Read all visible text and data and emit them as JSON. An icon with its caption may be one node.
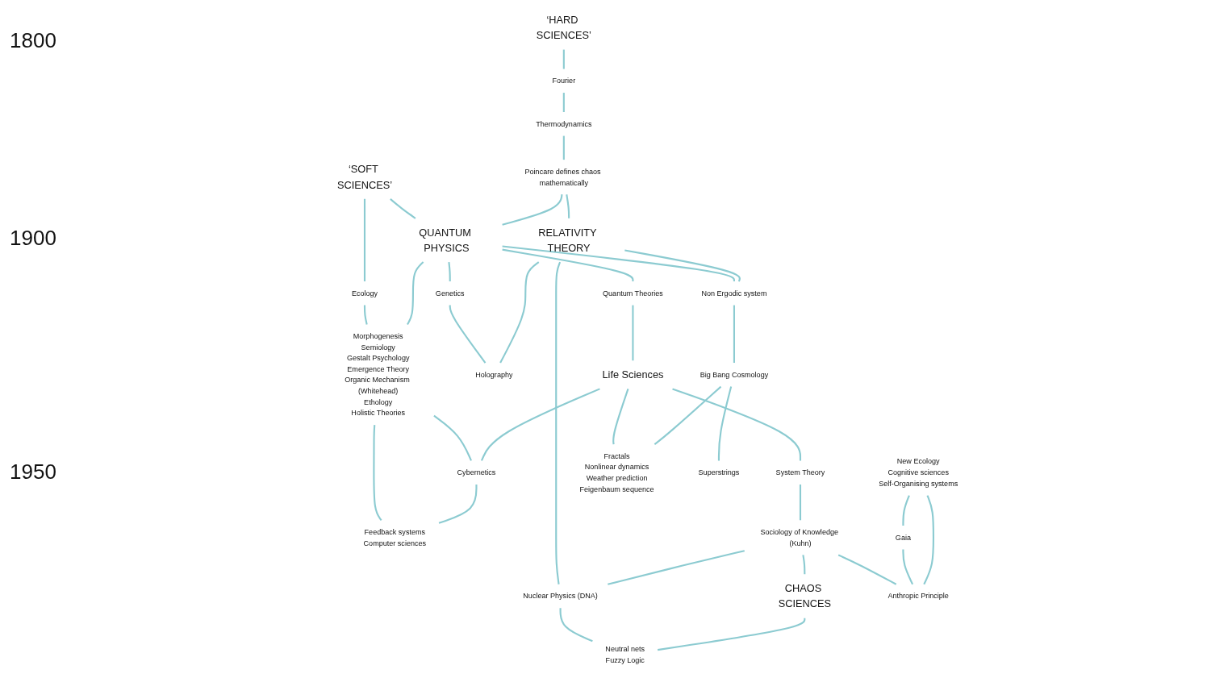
{
  "diagram": {
    "nodes": [
      {
        "text": [
          "‘SOFT SCIENCES’"
        ]
      },
      {
        "text": [
          "‘HARD SCIENCES’"
        ]
      },
      {
        "text": [
          "Fourier"
        ]
      },
      {
        "text": [
          "Thermodynamics"
        ]
      },
      {
        "text": [
          "Ecology"
        ]
      },
      {
        "text": [
          "Poincare defines chaos mathematically"
        ]
      },
      {
        "text": [
          "QUANTUM PHYSICS"
        ]
      },
      {
        "text": [
          "RELATIVITY THEORY"
        ]
      },
      {
        "text": [
          "Morphogenesis",
          "Semiology",
          "Gestalt Psychology",
          "Emergence Theory",
          "Organic Mechanism (Whitehead)",
          "Ethology",
          "Holistic Theories"
        ]
      },
      {
        "text": [
          "Genetics"
        ]
      },
      {
        "text": [
          "Quantum Theories"
        ]
      },
      {
        "text": [
          "Holography"
        ]
      },
      {
        "text": [
          "Life Sciences"
        ]
      },
      {
        "text": [
          "Cybernetics"
        ]
      },
      {
        "text": [
          "System Theory"
        ]
      },
      {
        "text": [
          "Nuclear Physics (DNA)"
        ]
      },
      {
        "text": [
          "Feedback systems",
          "Computer sciences"
        ]
      },
      {
        "text": [
          "Non Ergodic system"
        ]
      },
      {
        "text": [
          "Sociology of Knowledge (Kuhn)"
        ]
      },
      {
        "text": [
          "New Ecology",
          "Cognitive sciences",
          "Self-Organising systems"
        ]
      },
      {
        "text": [
          "CHAOS SCIENCES"
        ]
      },
      {
        "text": [
          "Big Bang Cosmology"
        ]
      },
      {
        "text": [
          "Gaia"
        ]
      },
      {
        "text": [
          "Neutral nets",
          "Fuzzy Logic"
        ]
      },
      {
        "text": [
          "Fractals",
          "Nonlinear dynamics",
          "Weather prediction",
          "Feigenbaum sequence"
        ]
      },
      {
        "text": [
          "Superstrings"
        ]
      },
      {
        "text": [
          "Anthropic Principle"
        ]
      }
    ],
    "edges": [
      {
        "from": 0,
        "to": 4,
        "arrow": "none"
      },
      {
        "from": 0,
        "to": 6,
        "arrow": "none"
      },
      {
        "from": 1,
        "to": 2,
        "arrow": "none"
      },
      {
        "from": 2,
        "to": 3,
        "arrow": "none"
      },
      {
        "from": 3,
        "to": 5,
        "arrow": "none"
      },
      {
        "from": 5,
        "to": 6,
        "arrow": "none"
      },
      {
        "from": 5,
        "to": 7,
        "arrow": "none"
      },
      {
        "from": 4,
        "to": 8,
        "arrow": "none"
      },
      {
        "from": 6,
        "to": 8,
        "arrow": "none"
      },
      {
        "from": 6,
        "to": 9,
        "arrow": "none"
      },
      {
        "from": 6,
        "to": 10,
        "arrow": "none"
      },
      {
        "from": 6,
        "to": 17,
        "arrow": "none"
      },
      {
        "from": 9,
        "to": 11,
        "arrow": "none"
      },
      {
        "from": 7,
        "to": 11,
        "arrow": "none"
      },
      {
        "from": 7,
        "to": 15,
        "arrow": "none"
      },
      {
        "from": 7,
        "to": 17,
        "arrow": "none"
      },
      {
        "from": 10,
        "to": 12,
        "arrow": "none"
      },
      {
        "from": 8,
        "to": 13,
        "arrow": "none"
      },
      {
        "from": 12,
        "to": 13,
        "arrow": "none"
      },
      {
        "from": 12,
        "to": 14,
        "arrow": "none"
      },
      {
        "from": 12,
        "to": 24,
        "arrow": "none"
      },
      {
        "from": 8,
        "to": 16,
        "arrow": "none"
      },
      {
        "from": 13,
        "to": 16,
        "arrow": "none"
      },
      {
        "from": 14,
        "to": 18,
        "arrow": "none"
      },
      {
        "from": 18,
        "to": 15,
        "arrow": "none"
      },
      {
        "from": 15,
        "to": 23,
        "arrow": "none"
      },
      {
        "from": 18,
        "to": 20,
        "arrow": "none"
      },
      {
        "from": 20,
        "to": 23,
        "arrow": "none"
      },
      {
        "from": 18,
        "to": 26,
        "arrow": "none"
      },
      {
        "from": 19,
        "to": 22,
        "arrow": "none"
      },
      {
        "from": 22,
        "to": 26,
        "arrow": "none"
      },
      {
        "from": 19,
        "to": 26,
        "arrow": "none"
      },
      {
        "from": 17,
        "to": 21,
        "arrow": "none"
      },
      {
        "from": 21,
        "to": 24,
        "arrow": "none"
      },
      {
        "from": 21,
        "to": 25,
        "arrow": "none"
      }
    ],
    "labels": [
      "1800",
      "1900",
      "1950"
    ]
  }
}
